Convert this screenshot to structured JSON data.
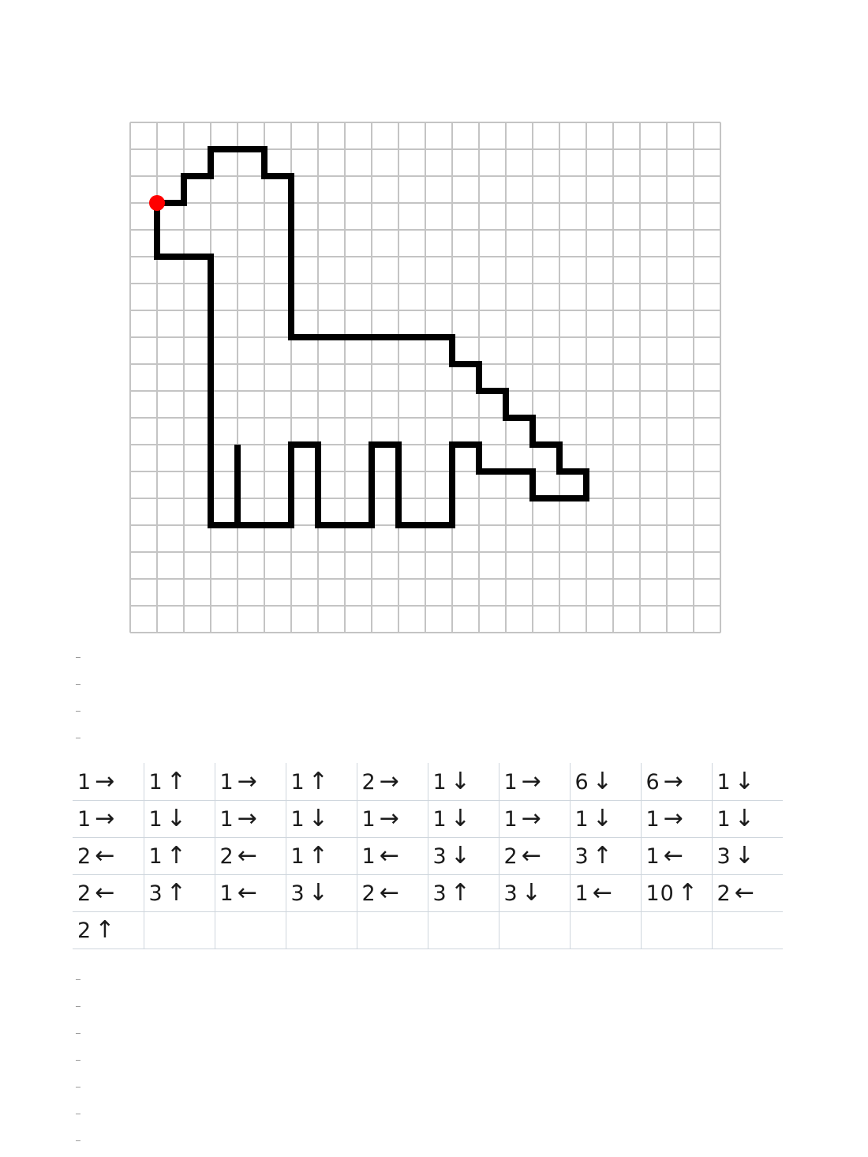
{
  "drawing": {
    "grid_columns": 22,
    "grid_rows": 19,
    "start_point": {
      "col": 1,
      "row": 3
    },
    "line_color": "#000000",
    "start_color": "#ff0000",
    "grid_color": "#c4c4c4"
  },
  "commands": {
    "arrow_glyphs": {
      "right": "→",
      "left": "←",
      "up": "↑",
      "down": "↓"
    },
    "steps": [
      {
        "count": 1,
        "dir": "right"
      },
      {
        "count": 1,
        "dir": "up"
      },
      {
        "count": 1,
        "dir": "right"
      },
      {
        "count": 1,
        "dir": "up"
      },
      {
        "count": 2,
        "dir": "right"
      },
      {
        "count": 1,
        "dir": "down"
      },
      {
        "count": 1,
        "dir": "right"
      },
      {
        "count": 6,
        "dir": "down"
      },
      {
        "count": 6,
        "dir": "right"
      },
      {
        "count": 1,
        "dir": "down"
      },
      {
        "count": 1,
        "dir": "right"
      },
      {
        "count": 1,
        "dir": "down"
      },
      {
        "count": 1,
        "dir": "right"
      },
      {
        "count": 1,
        "dir": "down"
      },
      {
        "count": 1,
        "dir": "right"
      },
      {
        "count": 1,
        "dir": "down"
      },
      {
        "count": 1,
        "dir": "right"
      },
      {
        "count": 1,
        "dir": "down"
      },
      {
        "count": 1,
        "dir": "right"
      },
      {
        "count": 1,
        "dir": "down"
      },
      {
        "count": 2,
        "dir": "left"
      },
      {
        "count": 1,
        "dir": "up"
      },
      {
        "count": 2,
        "dir": "left"
      },
      {
        "count": 1,
        "dir": "up"
      },
      {
        "count": 1,
        "dir": "left"
      },
      {
        "count": 3,
        "dir": "down"
      },
      {
        "count": 2,
        "dir": "left"
      },
      {
        "count": 3,
        "dir": "up"
      },
      {
        "count": 1,
        "dir": "left"
      },
      {
        "count": 3,
        "dir": "down"
      },
      {
        "count": 2,
        "dir": "left"
      },
      {
        "count": 3,
        "dir": "up"
      },
      {
        "count": 1,
        "dir": "left"
      },
      {
        "count": 3,
        "dir": "down"
      },
      {
        "count": 2,
        "dir": "left"
      },
      {
        "count": 3,
        "dir": "up"
      },
      {
        "count": 3,
        "dir": "down"
      },
      {
        "count": 1,
        "dir": "left"
      },
      {
        "count": 10,
        "dir": "up"
      },
      {
        "count": 2,
        "dir": "left"
      },
      {
        "count": 2,
        "dir": "up"
      }
    ]
  }
}
